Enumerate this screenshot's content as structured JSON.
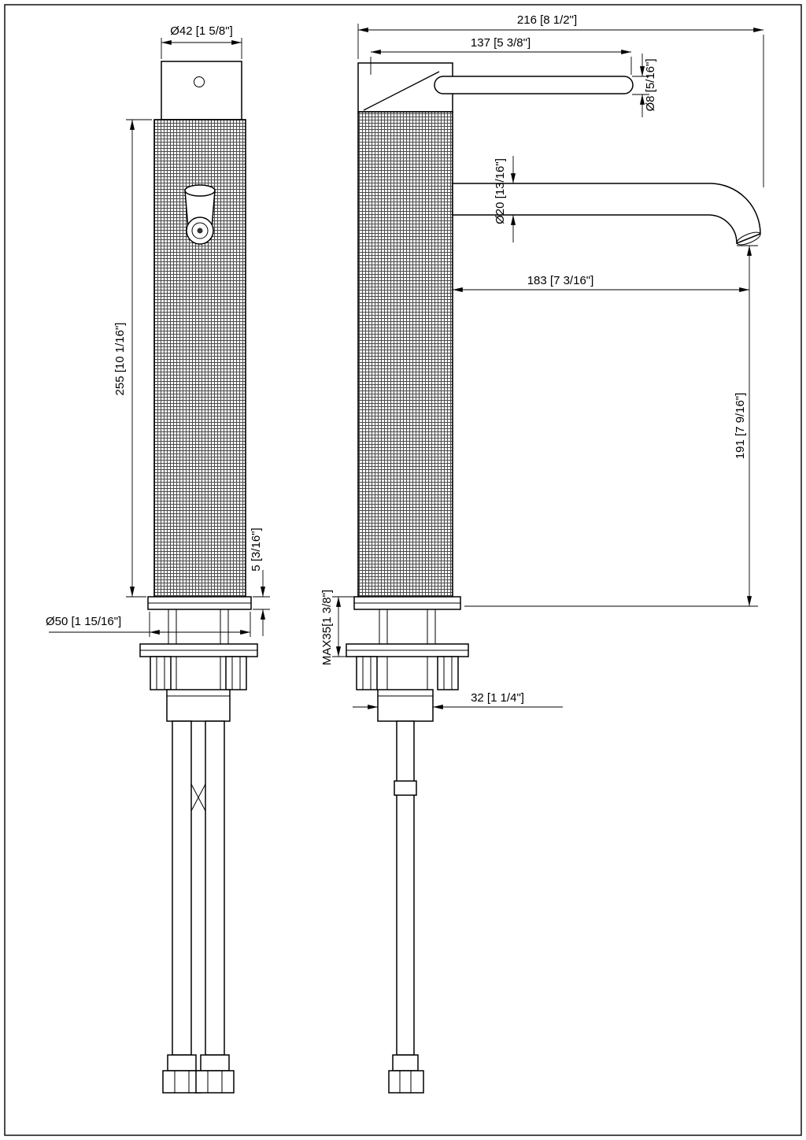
{
  "dimensions": {
    "cap_diameter": "Ø42 [1 5/8\"]",
    "body_height": "255 [10 1/16\"]",
    "base_plate_height": "5 [3/16\"]",
    "base_diameter": "Ø50 [1 15/16\"]",
    "total_width": "216 [8 1/2\"]",
    "lever_length": "137 [5 3/8\"]",
    "lever_diameter": "Ø8 [5/16\"]",
    "spout_diameter": "Ø20 [13/16\"]",
    "spout_reach": "183 [7 3/16\"]",
    "spout_height": "191 [7 9/16\"]",
    "max_deck_thickness": "MAX35[1 3/8\"]",
    "thread_width": "32 [1 1/4\"]"
  }
}
